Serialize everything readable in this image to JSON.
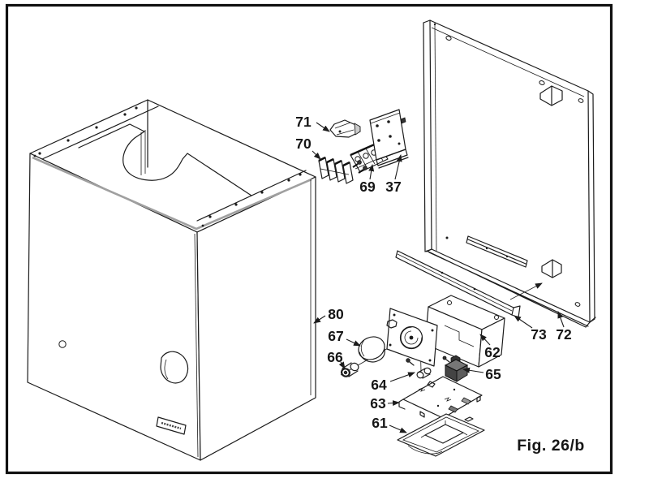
{
  "figure": {
    "caption": "Fig. 26/b"
  },
  "colors": {
    "line": "#1c1c1c",
    "background": "#ffffff",
    "frame": "#111111"
  },
  "callouts": [
    {
      "part": "71",
      "label": "71"
    },
    {
      "part": "70",
      "label": "70"
    },
    {
      "part": "69",
      "label": "69"
    },
    {
      "part": "37",
      "label": "37"
    },
    {
      "part": "80",
      "label": "80"
    },
    {
      "part": "67",
      "label": "67"
    },
    {
      "part": "66",
      "label": "66"
    },
    {
      "part": "64",
      "label": "64"
    },
    {
      "part": "62",
      "label": "62"
    },
    {
      "part": "65",
      "label": "65"
    },
    {
      "part": "63",
      "label": "63"
    },
    {
      "part": "61",
      "label": "61"
    },
    {
      "part": "73",
      "label": "73"
    },
    {
      "part": "72",
      "label": "72"
    }
  ]
}
